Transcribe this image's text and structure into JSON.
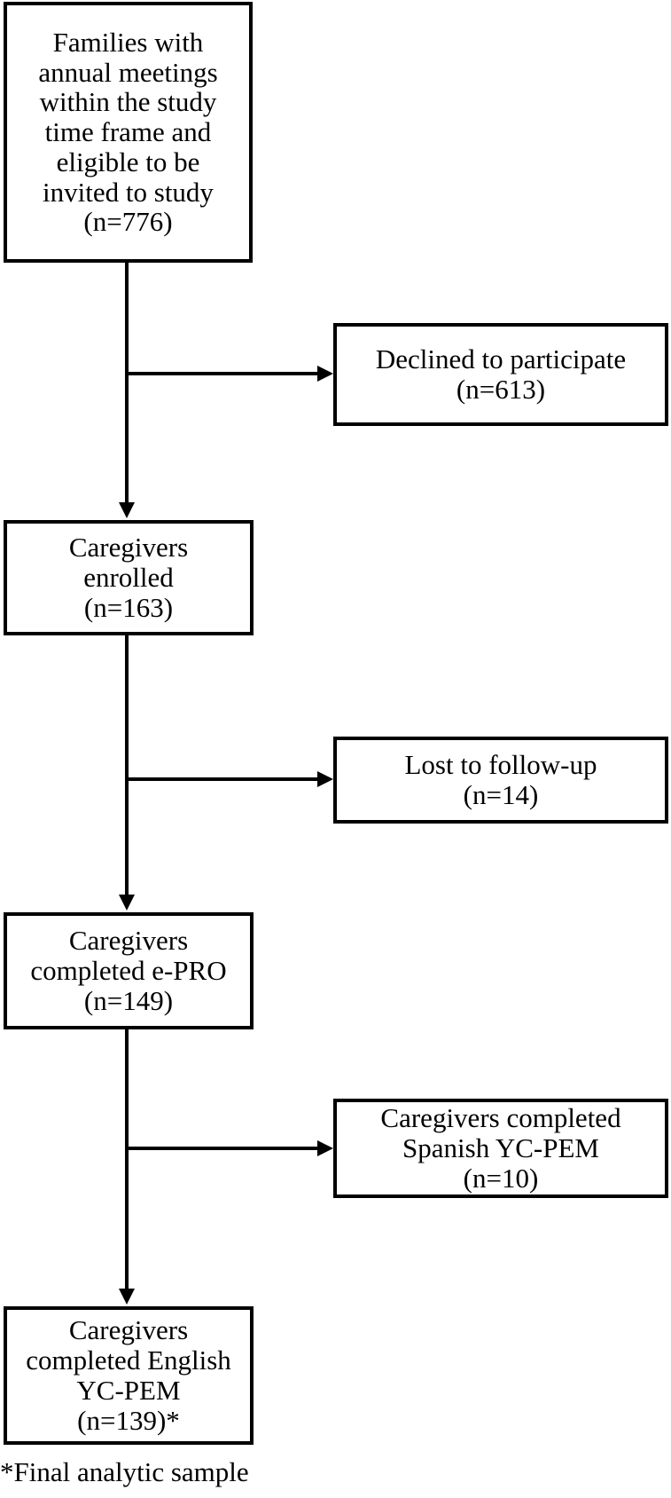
{
  "boxes": {
    "families": [
      "Families with",
      "annual meetings",
      "within the study",
      "time frame and",
      "eligible to be",
      "invited to study",
      "(n=776)"
    ],
    "declined": [
      "Declined to participate",
      "(n=613)"
    ],
    "enrolled": [
      "Caregivers",
      "enrolled",
      "(n=163)"
    ],
    "lost": [
      "Lost to follow-up",
      "(n=14)"
    ],
    "completed_epro": [
      "Caregivers",
      "completed e-PRO",
      "(n=149)"
    ],
    "spanish": [
      "Caregivers completed",
      "Spanish YC-PEM",
      "(n=10)"
    ],
    "english": [
      "Caregivers",
      "completed English",
      "YC-PEM",
      "(n=139)*"
    ]
  },
  "footnote": "*Final analytic sample"
}
